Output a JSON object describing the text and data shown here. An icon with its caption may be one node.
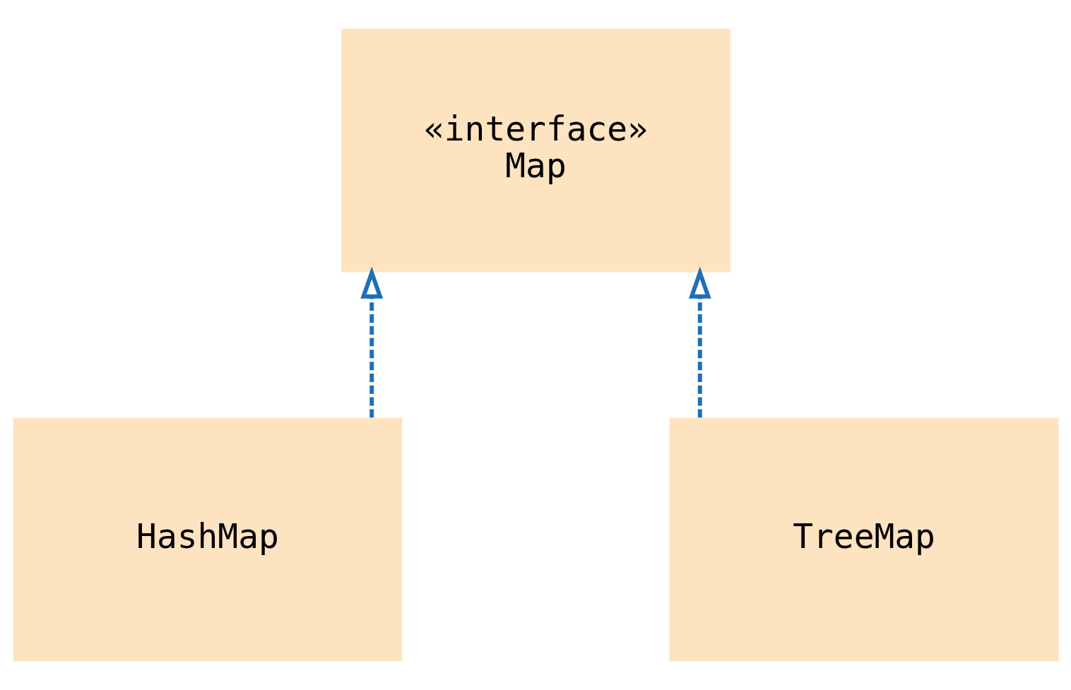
{
  "diagram": {
    "nodes": [
      {
        "text": [
          "«interface»",
          "Map"
        ]
      },
      {
        "text": [
          "HashMap"
        ]
      },
      {
        "text": [
          "TreeMap"
        ]
      }
    ],
    "edges": [
      {
        "from": 1,
        "to": 0,
        "arrow": "to",
        "style": "dashed"
      },
      {
        "from": 2,
        "to": 0,
        "arrow": "to",
        "style": "dashed"
      }
    ]
  }
}
